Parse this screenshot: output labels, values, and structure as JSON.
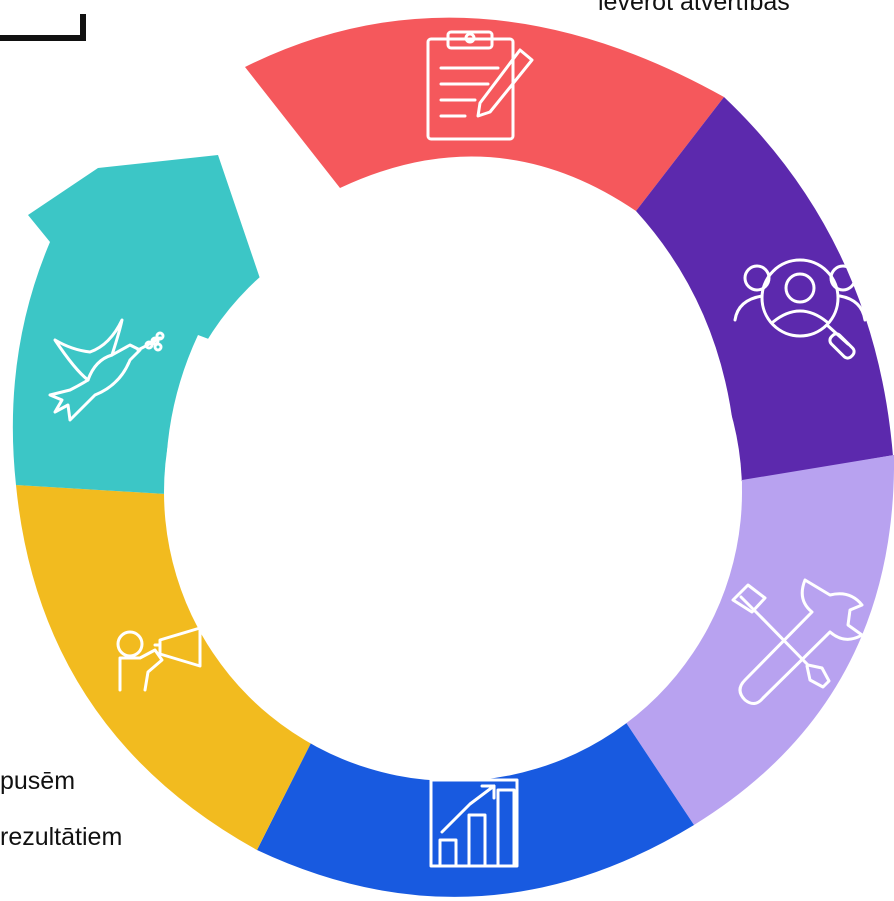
{
  "texts": {
    "top_right_fragment": "ieverot atvērtības",
    "bottom_left_line_1": "pusēm",
    "bottom_left_line_2": "rezultātiem"
  },
  "cycle": {
    "segments": [
      {
        "name": "planning",
        "color": "#f5585c",
        "icon": "clipboard-pencil-icon"
      },
      {
        "name": "research",
        "color": "#5c29ad",
        "icon": "people-search-icon"
      },
      {
        "name": "tools",
        "color": "#b8a2f0",
        "icon": "wrench-screwdriver-icon"
      },
      {
        "name": "growth",
        "color": "#185ae0",
        "icon": "bar-chart-arrow-icon"
      },
      {
        "name": "announce",
        "color": "#f2bb1f",
        "icon": "megaphone-person-icon"
      },
      {
        "name": "peace",
        "color": "#3cc6c6",
        "icon": "dove-icon"
      }
    ]
  }
}
